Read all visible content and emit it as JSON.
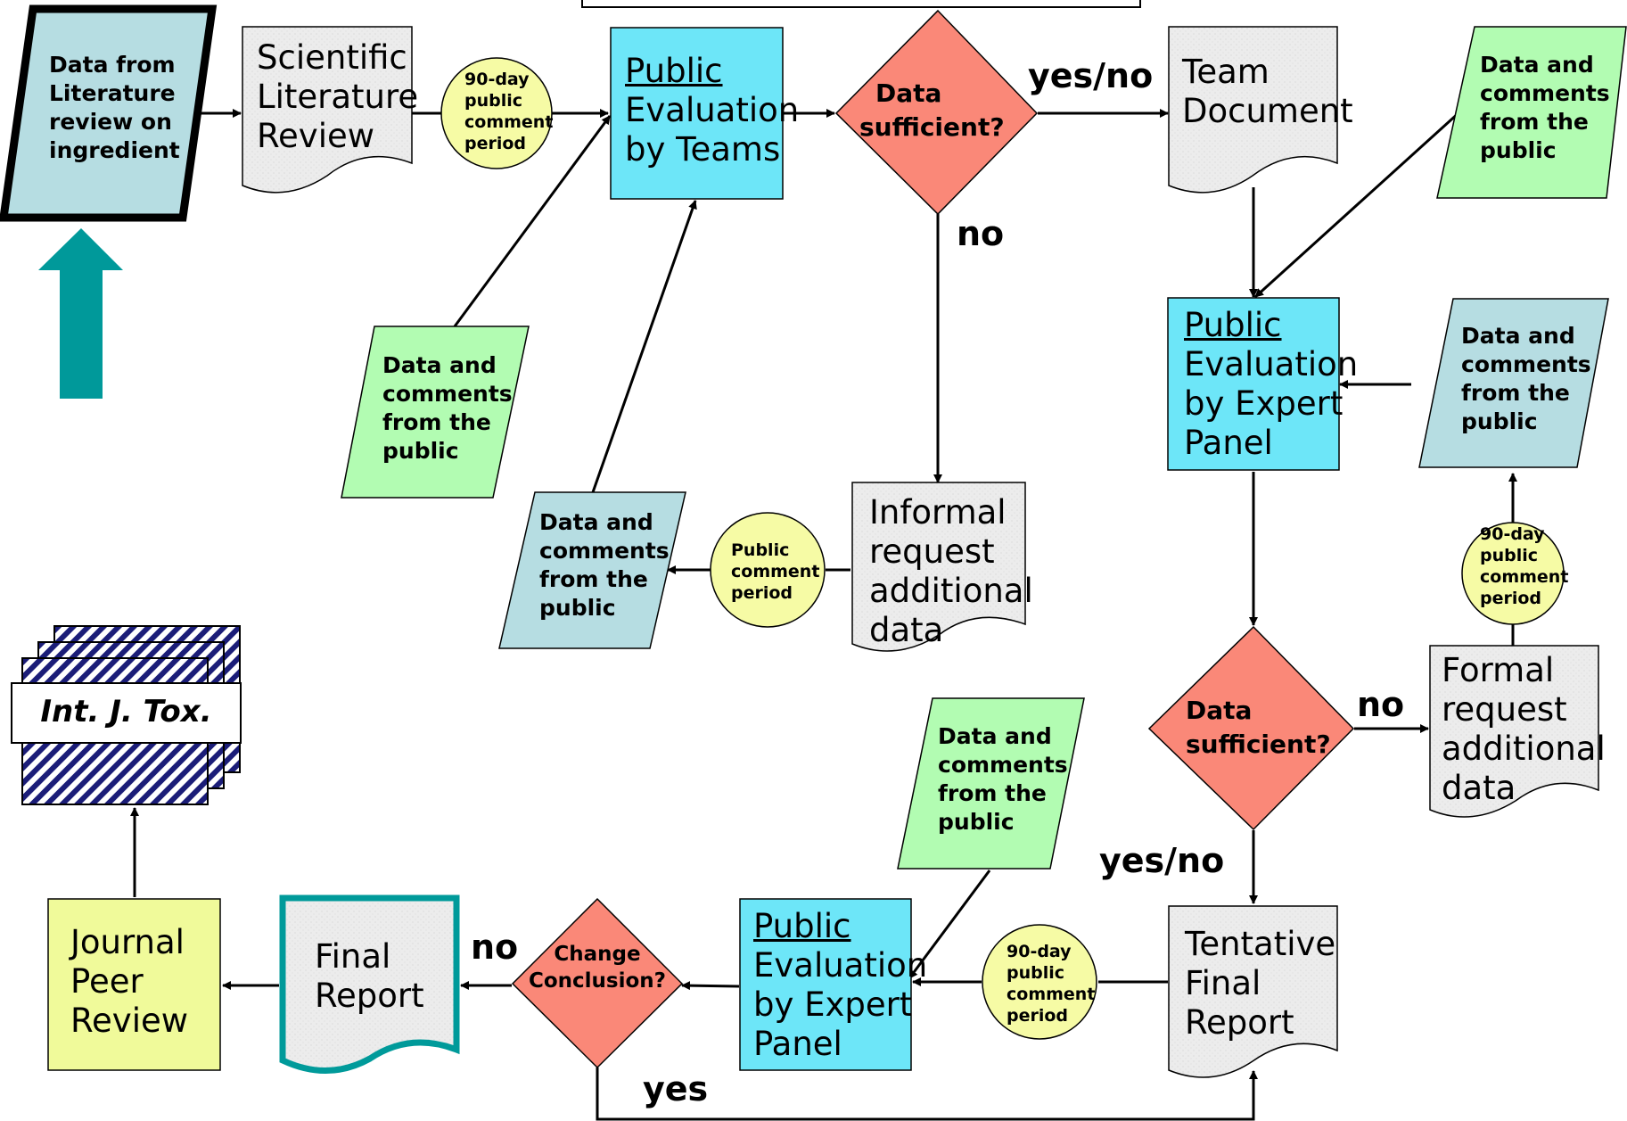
{
  "nodes": {
    "literature_data": {
      "lines": [
        "Data from",
        "Literature",
        "review on",
        "ingredient"
      ]
    },
    "sci_review": {
      "lines": [
        "Scientific",
        "Literature",
        "Review"
      ]
    },
    "comment_1": {
      "lines": [
        "90-day",
        "public",
        "comment",
        "period"
      ]
    },
    "teams_eval": {
      "link": "Public",
      "lines": [
        "Evaluation",
        "by Teams"
      ]
    },
    "decision_1": {
      "lines": [
        "Data",
        "sufficient?"
      ]
    },
    "team_doc": {
      "lines": [
        "Team",
        "Document"
      ]
    },
    "public_data_tr": {
      "lines": [
        "Data and",
        "comments",
        "from the",
        "public"
      ]
    },
    "public_data_mid": {
      "lines": [
        "Data and",
        "comments",
        "from the",
        "public"
      ]
    },
    "public_data_blue1": {
      "lines": [
        "Data and",
        "comments",
        "from the",
        "public"
      ]
    },
    "comment_2": {
      "lines": [
        "Public",
        "comment",
        "period"
      ]
    },
    "informal_request": {
      "lines": [
        "Informal",
        "request",
        "additional",
        "data"
      ]
    },
    "expert_eval_1": {
      "link": "Public",
      "lines": [
        "Evaluation",
        "by Expert",
        "Panel"
      ]
    },
    "public_data_blue2": {
      "lines": [
        "Data and",
        "comments",
        "from the",
        "public"
      ]
    },
    "comment_3": {
      "lines": [
        "90-day",
        "public",
        "comment",
        "period"
      ]
    },
    "decision_2": {
      "lines": [
        "Data",
        "sufficient?"
      ]
    },
    "formal_request": {
      "lines": [
        "Formal",
        "request",
        "additional",
        "data"
      ]
    },
    "journal_stack": {
      "title": "Int. J. Tox."
    },
    "public_data_green3": {
      "lines": [
        "Data and",
        "comments",
        "from the",
        "public"
      ]
    },
    "journal_review": {
      "lines": [
        "Journal",
        "Peer",
        "Review"
      ]
    },
    "final_report": {
      "lines": [
        "Final",
        "Report"
      ]
    },
    "decision_3": {
      "lines": [
        "Change",
        "Conclusion?"
      ]
    },
    "expert_eval_2": {
      "link": "Public",
      "lines": [
        "Evaluation",
        "by Expert",
        "Panel"
      ]
    },
    "comment_4": {
      "lines": [
        "90-day",
        "public",
        "comment",
        "period"
      ]
    },
    "tentative_report": {
      "lines": [
        "Tentative",
        "Final",
        "Report"
      ]
    }
  },
  "edge_labels": {
    "yes_no_top": "yes/no",
    "no_top": "no",
    "no_right": "no",
    "yes_no_right": "yes/no",
    "no_bottom": "no",
    "yes_bottom": "yes"
  },
  "colors": {
    "doc_fill": "#ececec",
    "process_blue": "#6de6f8",
    "decision_red": "#fa8878",
    "green_input": "#b2fcb2",
    "blue_input": "#b6dde2",
    "comment_yellow": "#f6fba5",
    "journal_fill": "#f0fa9a",
    "teal_arrow": "#00999a",
    "stripe_navy": "#1b1d78"
  }
}
